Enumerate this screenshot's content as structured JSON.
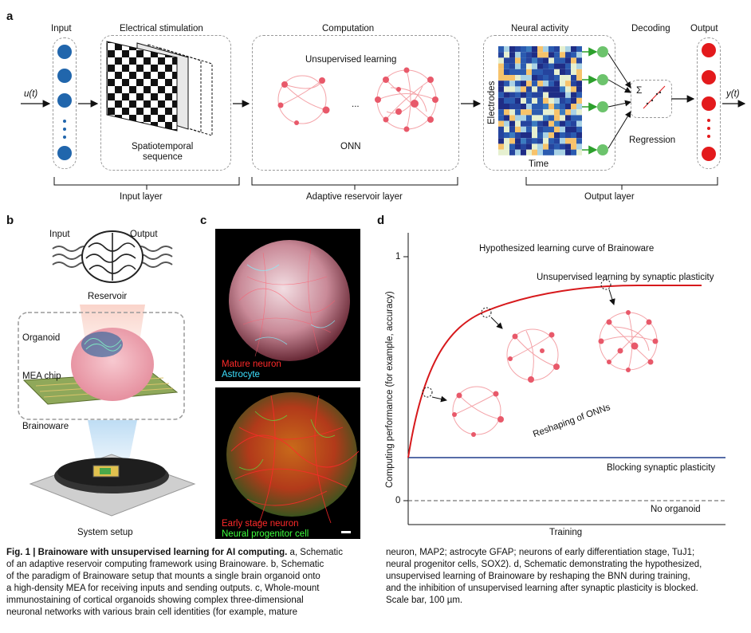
{
  "panel_a": {
    "letter": "a",
    "input_title": "Input",
    "stim_title": "Electrical stimulation",
    "computation_title": "Computation",
    "neural_title": "Neural activity",
    "decoding_title": "Decoding",
    "output_title": "Output",
    "u_label": "u(t)",
    "y_label": "y(t)",
    "stim_caption_1": "Spatiotemporal",
    "stim_caption_2": "sequence",
    "unsupervised": "Unsupervised learning",
    "ellipsis": "...",
    "onn": "ONN",
    "electrodes": "Electrodes",
    "time": "Time",
    "sigma": "Σ",
    "regression": "Regression",
    "input_layer": "Input layer",
    "reservoir_layer": "Adaptive reservoir layer",
    "output_layer": "Output layer",
    "colors": {
      "input_dot": "#2166ac",
      "output_dot": "#e31a1c",
      "green": "#2ca02c"
    }
  },
  "panel_b": {
    "letter": "b",
    "input": "Input",
    "output": "Output",
    "reservoir": "Reservoir",
    "organoid": "Organoid",
    "mea_chip": "MEA chip",
    "brainoware": "Brainoware",
    "system_setup": "System setup"
  },
  "panel_c": {
    "letter": "c",
    "top_label_1": "Mature neuron",
    "top_label_2": "Astrocyte",
    "bottom_label_1": "Early stage neuron",
    "bottom_label_2": "Neural progenitor cell"
  },
  "panel_d": {
    "letter": "d",
    "title": "Hypothesized learning curve of Brainoware",
    "ylabel": "Computing performance (for example, accuracy)",
    "xlabel": "Training",
    "tick_1": "1",
    "tick_0": "0",
    "curve_label": "Unsupervised learning by synaptic plasticity",
    "blocking_label": "Blocking synaptic plasticity",
    "no_organoid_label": "No organoid",
    "reshaping_label": "Reshaping of ONNs"
  },
  "caption": {
    "fig": "Fig. 1 | ",
    "title": "Brainoware with unsupervised learning for AI computing.",
    "left_l1": "a, Schematic",
    "left_l2": "of an adaptive reservoir computing framework using Brainoware. b, Schematic",
    "left_l3": "of the paradigm of Brainoware setup that mounts a single brain organoid onto",
    "left_l4": "a high-density MEA for receiving inputs and sending outputs. c, Whole-mount",
    "left_l5": "immunostaining of cortical organoids showing complex three-dimensional",
    "left_l6": "neuronal networks with various brain cell identities (for example, mature",
    "right_l1": "neuron, MAP2; astrocyte GFAP; neurons of early differentiation stage, TuJ1;",
    "right_l2": "neural progenitor cells, SOX2). d, Schematic demonstrating the hypothesized,",
    "right_l3": "unsupervised learning of Brainoware by reshaping the BNN during training,",
    "right_l4": "and the inhibition of unsupervised learning after synaptic plasticity is blocked.",
    "right_l5": "Scale bar, 100 µm."
  }
}
